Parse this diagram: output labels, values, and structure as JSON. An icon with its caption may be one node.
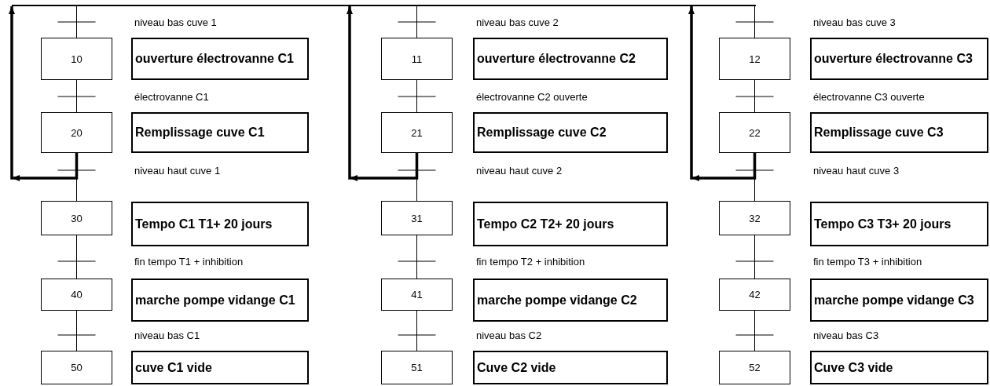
{
  "diagram": {
    "nodes": [
      {
        "text": [],
        "shape": "bar"
      },
      {
        "text": [
          "10"
        ]
      },
      {
        "text": [
          "ouverture électrovanne C1"
        ]
      },
      {
        "text": [
          "11"
        ]
      },
      {
        "text": [
          "ouverture électrovanne C2"
        ]
      },
      {
        "text": [
          "12"
        ]
      },
      {
        "text": [
          "ouverture électrovanne C3"
        ]
      },
      {
        "text": [
          "20"
        ]
      },
      {
        "text": [
          "Remplissage cuve C1"
        ]
      },
      {
        "text": [
          "21"
        ]
      },
      {
        "text": [
          "Remplissage cuve C2"
        ]
      },
      {
        "text": [
          "22"
        ]
      },
      {
        "text": [
          "Remplissage cuve C3"
        ]
      },
      {
        "text": [
          "30"
        ]
      },
      {
        "text": [
          "Tempo C1 T1+ 20 jours"
        ]
      },
      {
        "text": [
          "31"
        ]
      },
      {
        "text": [
          "Tempo C2 T2+ 20 jours"
        ]
      },
      {
        "text": [
          "32"
        ]
      },
      {
        "text": [
          "Tempo C3 T3+ 20 jours"
        ]
      },
      {
        "text": [
          "40"
        ]
      },
      {
        "text": [
          "marche pompe vidange C1"
        ]
      },
      {
        "text": [
          "41"
        ]
      },
      {
        "text": [
          "marche pompe vidange C2"
        ]
      },
      {
        "text": [
          "42"
        ]
      },
      {
        "text": [
          "marche pompe vidange C3"
        ]
      },
      {
        "text": [
          "50"
        ]
      },
      {
        "text": [
          "cuve C1 vide"
        ]
      },
      {
        "text": [
          "51"
        ]
      },
      {
        "text": [
          "Cuve C2 vide"
        ]
      },
      {
        "text": [
          "52"
        ]
      },
      {
        "text": [
          "Cuve C3 vide"
        ]
      }
    ],
    "edges": [
      {
        "from": 7,
        "to": 0,
        "arrow": "to",
        "style": "thick"
      },
      {
        "from": 0,
        "to": 1,
        "arrow": "none",
        "label": "niveau bas cuve 1"
      },
      {
        "from": 1,
        "to": 7,
        "arrow": "none",
        "label": "électrovanne C1"
      },
      {
        "from": 7,
        "to": 13,
        "arrow": "none",
        "label": "niveau haut cuve 1"
      },
      {
        "from": 13,
        "to": 19,
        "arrow": "none",
        "label": "fin tempo T1 + inhibition"
      },
      {
        "from": 19,
        "to": 25,
        "arrow": "none",
        "label": "niveau bas C1"
      },
      {
        "from": 9,
        "to": 0,
        "arrow": "to",
        "style": "thick"
      },
      {
        "from": 0,
        "to": 3,
        "arrow": "none",
        "label": "niveau bas cuve 2"
      },
      {
        "from": 3,
        "to": 9,
        "arrow": "none",
        "label": "électrovanne C2 ouverte"
      },
      {
        "from": 9,
        "to": 15,
        "arrow": "none",
        "label": "niveau haut cuve 2"
      },
      {
        "from": 15,
        "to": 21,
        "arrow": "none",
        "label": "fin tempo T2 + inhibition"
      },
      {
        "from": 21,
        "to": 27,
        "arrow": "none",
        "label": "niveau bas C2"
      },
      {
        "from": 11,
        "to": 0,
        "arrow": "to",
        "style": "thick"
      },
      {
        "from": 0,
        "to": 5,
        "arrow": "none",
        "label": "niveau bas cuve 3"
      },
      {
        "from": 5,
        "to": 11,
        "arrow": "none",
        "label": "électrovanne C3 ouverte"
      },
      {
        "from": 11,
        "to": 17,
        "arrow": "none",
        "label": "niveau haut cuve 3"
      },
      {
        "from": 17,
        "to": 23,
        "arrow": "none",
        "label": "fin tempo T3 + inhibition"
      },
      {
        "from": 23,
        "to": 29,
        "arrow": "none",
        "label": "niveau bas C3"
      }
    ]
  }
}
